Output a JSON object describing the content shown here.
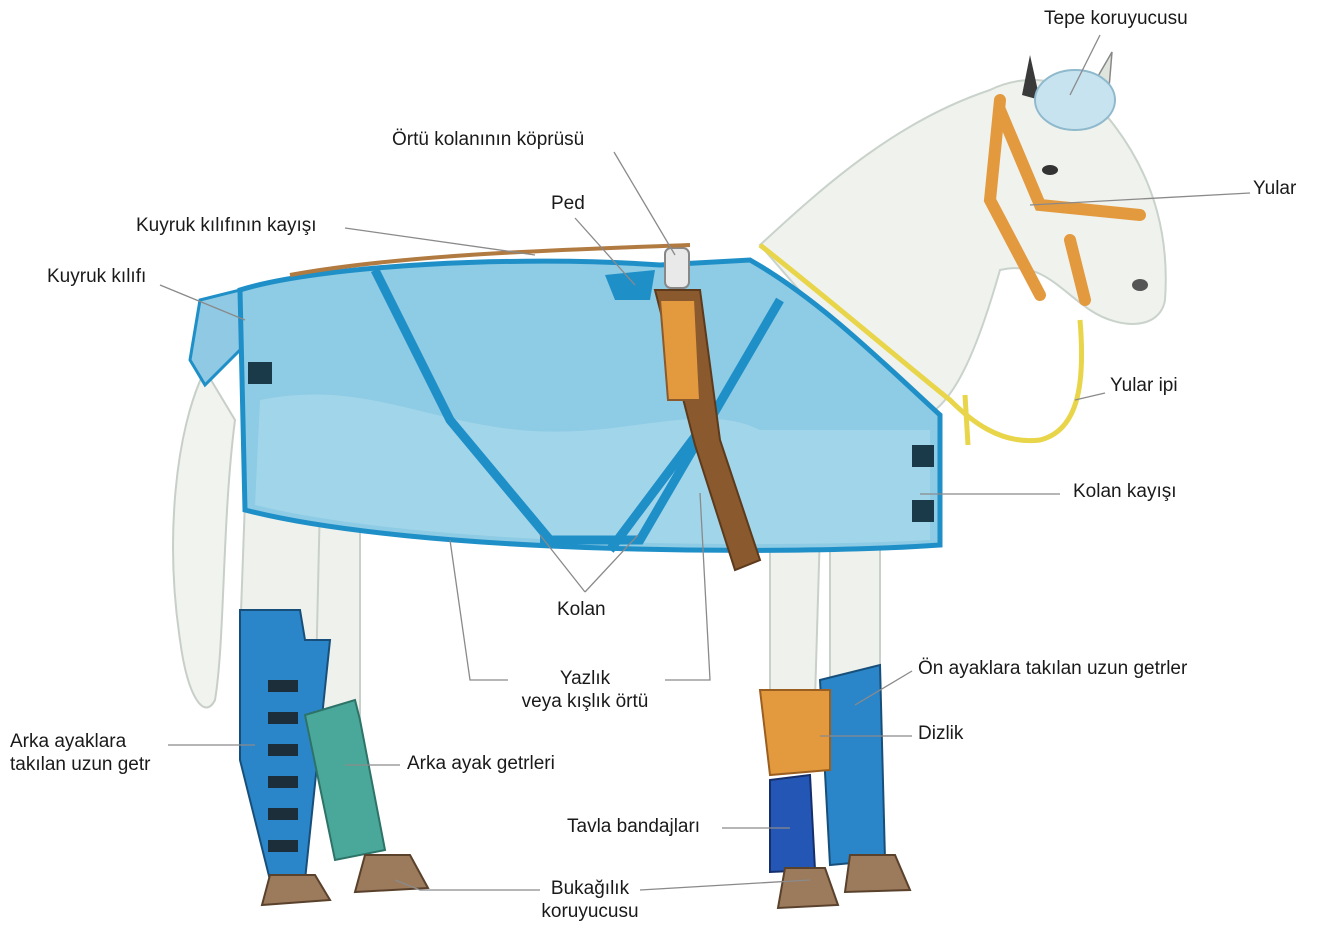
{
  "labels": {
    "tepe_koruyucusu": "Tepe koruyucusu",
    "ortu_kolani_koprusu": "Örtü kolanının köprüsü",
    "ped": "Ped",
    "kuyruk_kilifi_kayisi": "Kuyruk kılıfının kayışı",
    "kuyruk_kilifi": "Kuyruk kılıfı",
    "yular": "Yular",
    "yular_ipi": "Yular ipi",
    "kolan_kayisi": "Kolan kayışı",
    "kolan": "Kolan",
    "yazlik_line1": "Yazlık",
    "yazlik_line2": "veya kışlık örtü",
    "on_ayak_getr": "Ön ayaklara takılan uzun getrler",
    "dizlik": "Dizlik",
    "arka_uzun_line1": "Arka ayaklara",
    "arka_uzun_line2": "takılan uzun getr",
    "arka_getr": "Arka ayak getrleri",
    "tavla": "Tavla bandajları",
    "bukagilik_line1": "Bukağılık",
    "bukagilik_line2": "koruyucusu"
  },
  "colors": {
    "rug": "#7fc6e2",
    "rug_light": "#b8e0ef",
    "trim": "#1f8fc8",
    "horse": "#eef1ec",
    "horse_shade": "#cdd8cf",
    "leather": "#e39a3e",
    "surcingle": "#8a5a2e",
    "rope": "#e8d54a",
    "long_boot": "#2b86c9",
    "hind_boot": "#4aa89a",
    "bandage": "#2457b5",
    "hoof": "#9c7a5c",
    "leader": "#8a8a8a"
  }
}
